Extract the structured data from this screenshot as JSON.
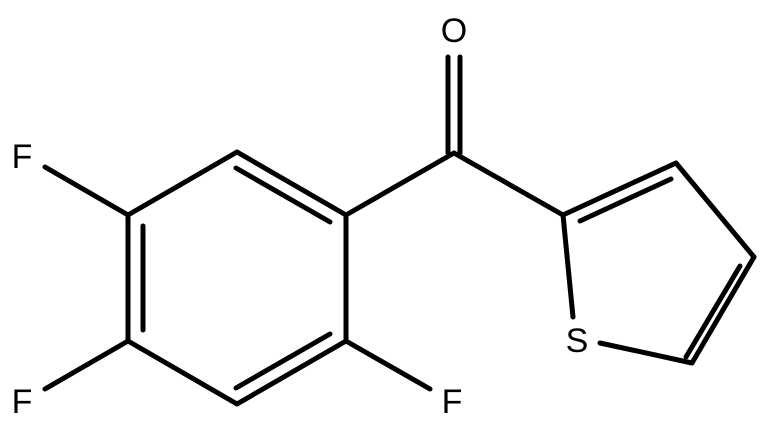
{
  "molecule": {
    "atoms": {
      "o": "O",
      "s": "S",
      "f1": "F",
      "f2": "F",
      "f3": "F"
    }
  },
  "colors": {
    "bond": "#000000",
    "background": "#ffffff"
  }
}
